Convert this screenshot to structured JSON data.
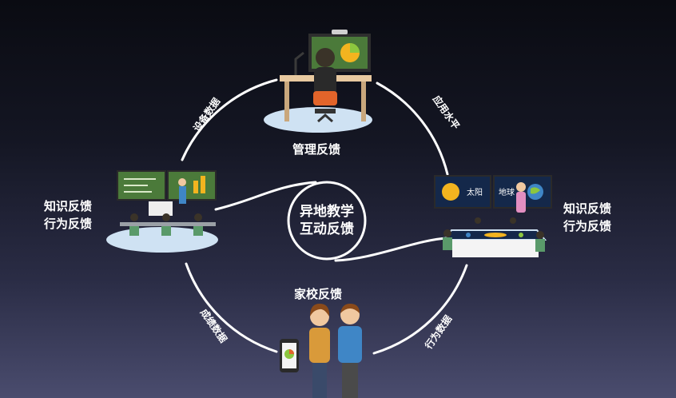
{
  "diagram": {
    "center": {
      "line1": "异地教学",
      "line2": "互动反馈"
    },
    "nodes": {
      "top": {
        "title": "管理反馈"
      },
      "left": {
        "line1": "知识反馈",
        "line2": "行为反馈"
      },
      "right": {
        "line1": "知识反馈",
        "line2": "行为反馈"
      },
      "bottom": {
        "title": "家校反馈"
      }
    },
    "arc_labels": {
      "top_left": "设备数据",
      "top_right": "应用水平",
      "bottom_left": "成绩数据",
      "bottom_right": "行为数据"
    },
    "right_screen_words": {
      "left": "太阳",
      "right": "地球"
    }
  },
  "colors": {
    "ring": "#ffffff",
    "platform": "#cfe2f3",
    "desk": "#e8c9a0",
    "screen_green": "#4b7a3a",
    "chair_orange": "#e2642a",
    "space_blue": "#14284a",
    "sun_yellow": "#f3b41f",
    "teacher_pink": "#e28ec1",
    "student_green": "#5a9a6a",
    "parent_orange": "#d99a3a",
    "parent_blue": "#3f86c6"
  }
}
